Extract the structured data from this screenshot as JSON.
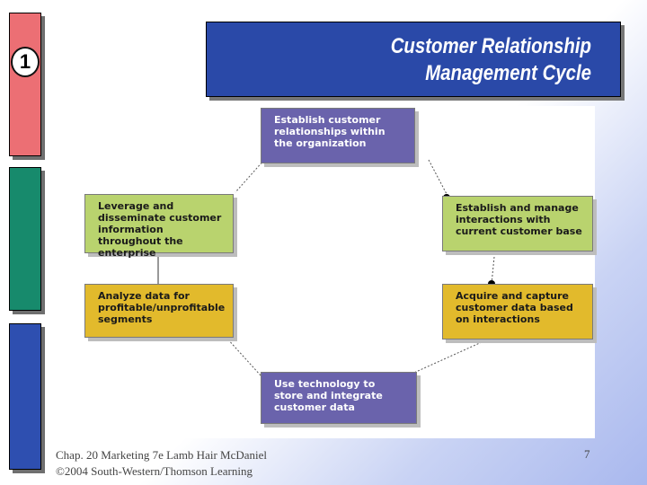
{
  "slide": {
    "number": "1",
    "title_line1": "Customer Relationship",
    "title_line2": "Management Cycle"
  },
  "diagram": {
    "nodes": [
      "Establish customer relationships within the organization",
      "Establish and manage interactions with current customer base",
      "Acquire and capture customer data based on interactions",
      "Use technology to store and integrate customer data",
      "Analyze data for profitable/unprofitable segments",
      "Leverage and disseminate customer information throughout the enterprise"
    ]
  },
  "footer": {
    "line1": "Chap. 20 Marketing 7e Lamb Hair McDaniel",
    "line2": "©2004 South-Western/Thomson Learning",
    "page": "7"
  },
  "colors": {
    "title_bg": "#2a49a8",
    "bar_red": "#ec6f74",
    "bar_green": "#178a6c",
    "bar_blue": "#2e4fb0",
    "node_purple": "#6a63ac",
    "node_green": "#b9d36e",
    "node_yellow": "#e2ba2c"
  }
}
